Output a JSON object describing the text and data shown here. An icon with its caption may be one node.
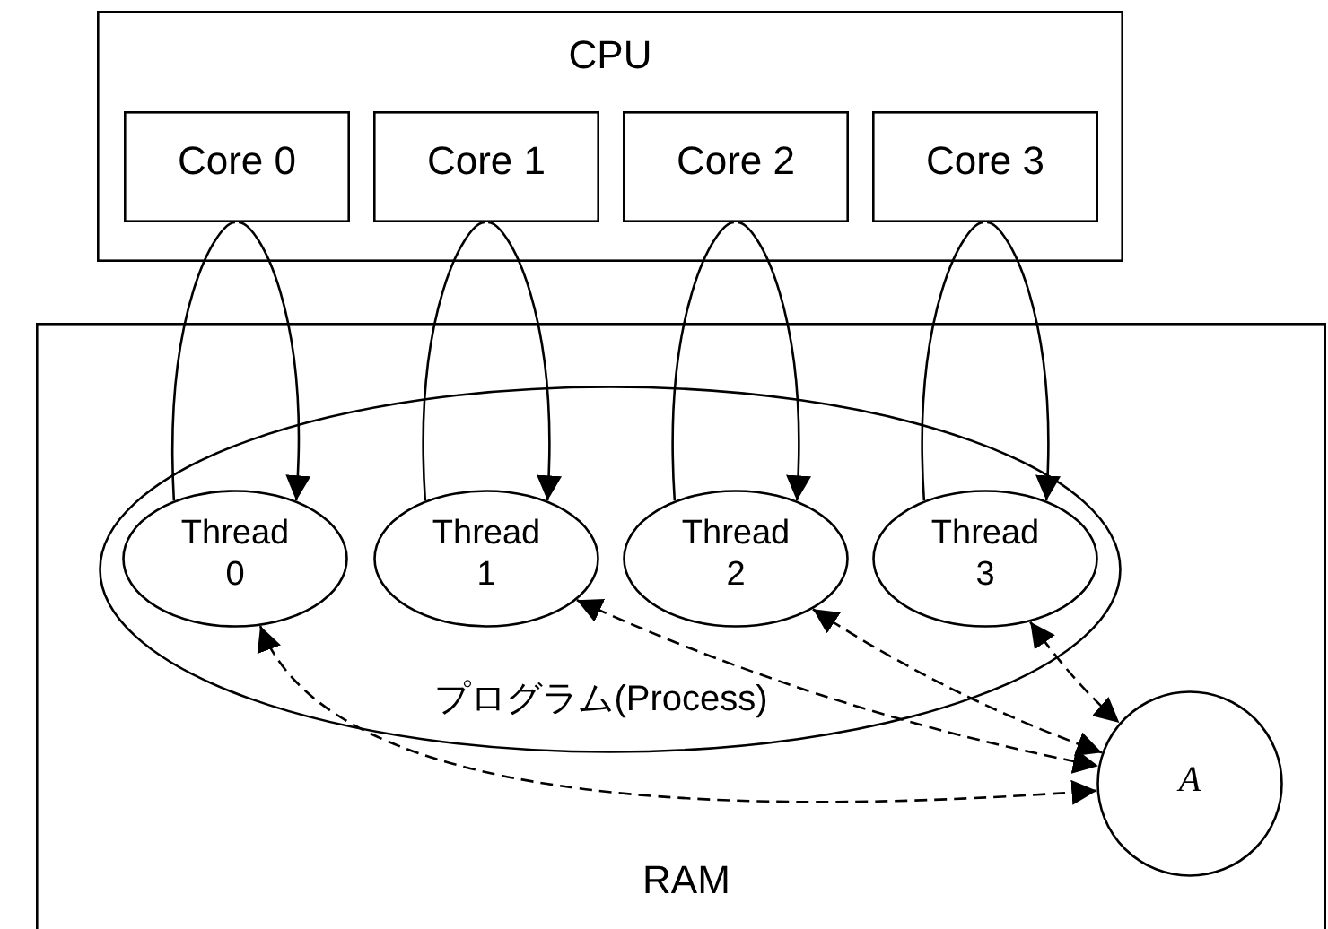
{
  "diagram": {
    "nodes": [
      {
        "text": [
          "CPU"
        ]
      },
      {
        "text": [
          "Core 0"
        ],
        "in": 0
      },
      {
        "text": [
          "Core 1"
        ],
        "in": 0
      },
      {
        "text": [
          "Core 2"
        ],
        "in": 0
      },
      {
        "text": [
          "Core 3"
        ],
        "in": 0
      },
      {
        "text": [
          "RAM"
        ]
      },
      {
        "text": [
          "プログラム(Process)"
        ],
        "in": 5
      },
      {
        "text": [
          "Thread 0"
        ],
        "in": 6
      },
      {
        "text": [
          "Thread 1"
        ],
        "in": 6
      },
      {
        "text": [
          "Thread 2"
        ],
        "in": 6
      },
      {
        "text": [
          "Thread 3"
        ],
        "in": 6
      },
      {
        "text": [
          "A"
        ],
        "in": 5
      }
    ],
    "edges": [
      {
        "from": 7,
        "to": 1,
        "arrow": "none"
      },
      {
        "from": 1,
        "to": 7,
        "arrow": "to"
      },
      {
        "from": 8,
        "to": 2,
        "arrow": "none"
      },
      {
        "from": 2,
        "to": 8,
        "arrow": "to"
      },
      {
        "from": 9,
        "to": 3,
        "arrow": "none"
      },
      {
        "from": 3,
        "to": 9,
        "arrow": "to"
      },
      {
        "from": 10,
        "to": 4,
        "arrow": "none"
      },
      {
        "from": 4,
        "to": 10,
        "arrow": "to"
      },
      {
        "from": 7,
        "to": 11,
        "arrow": "both",
        "style": "dashed"
      },
      {
        "from": 8,
        "to": 11,
        "arrow": "both",
        "style": "dashed"
      },
      {
        "from": 9,
        "to": 11,
        "arrow": "both",
        "style": "dashed"
      },
      {
        "from": 10,
        "to": 11,
        "arrow": "both",
        "style": "dashed"
      }
    ]
  }
}
